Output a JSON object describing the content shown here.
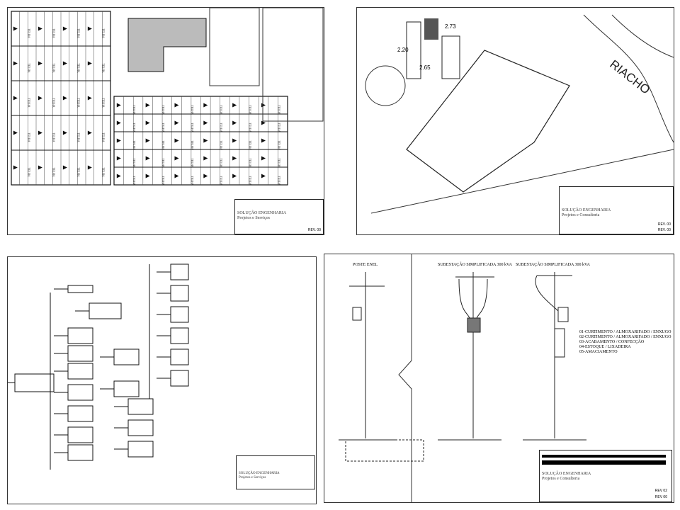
{
  "panel1": {
    "roof_label": "TELHA",
    "company": "SOLUÇÃO ENGENHARIA",
    "subtitle": "Projetos e Serviços",
    "rev": "REV. 00"
  },
  "panel2": {
    "river_label": "RIACHO",
    "dims": [
      "2.73",
      "2.20",
      "2.65"
    ],
    "company": "SOLUÇÃO ENGENHARIA",
    "subtitle": "Projetos e Consultoria",
    "rev_a": "REV. 00",
    "rev_b": "REV. 00"
  },
  "panel3": {
    "company": "SOLUÇÃO ENGENHARIA",
    "subtitle": "Projetos e Serviços"
  },
  "panel4": {
    "title_pole": "POSTE ENEL",
    "title_sub1": "SUBESTAÇÃO SIMPLIFICADA 300 kVA",
    "title_sub2": "SUBESTAÇÃO SIMPLIFICADA 300 kVA",
    "circuits": [
      "01-CURTIMENTO / ALMOXARIFADO / ENXUGO",
      "02-CURTIMENTO / ALMOXARIFADO / ENXUGO",
      "03-ACABAMENTO / CONFECÇÃO",
      "04-ESTOQUE / LIXADEIRA",
      "05-AMACIAMENTO"
    ],
    "company": "SOLUÇÃO ENGENHARIA",
    "subtitle": "Projetos e Consultoria",
    "rev_a": "REV 02",
    "rev_b": "REV 00"
  }
}
